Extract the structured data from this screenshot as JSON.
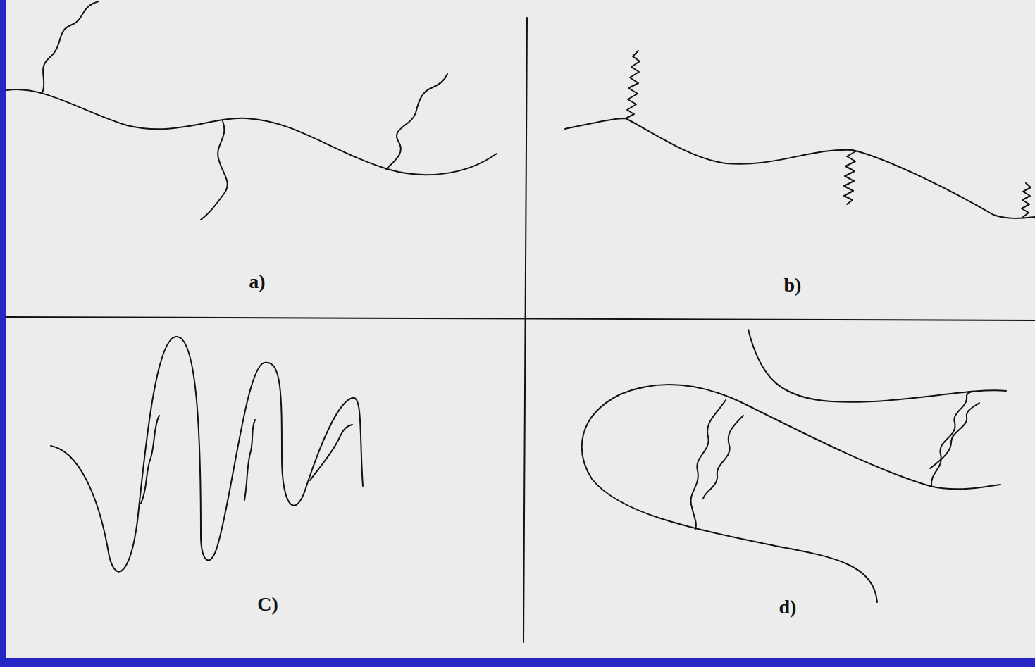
{
  "diagram": {
    "labels": [
      "a)",
      "b)",
      "C)",
      "d)"
    ]
  }
}
